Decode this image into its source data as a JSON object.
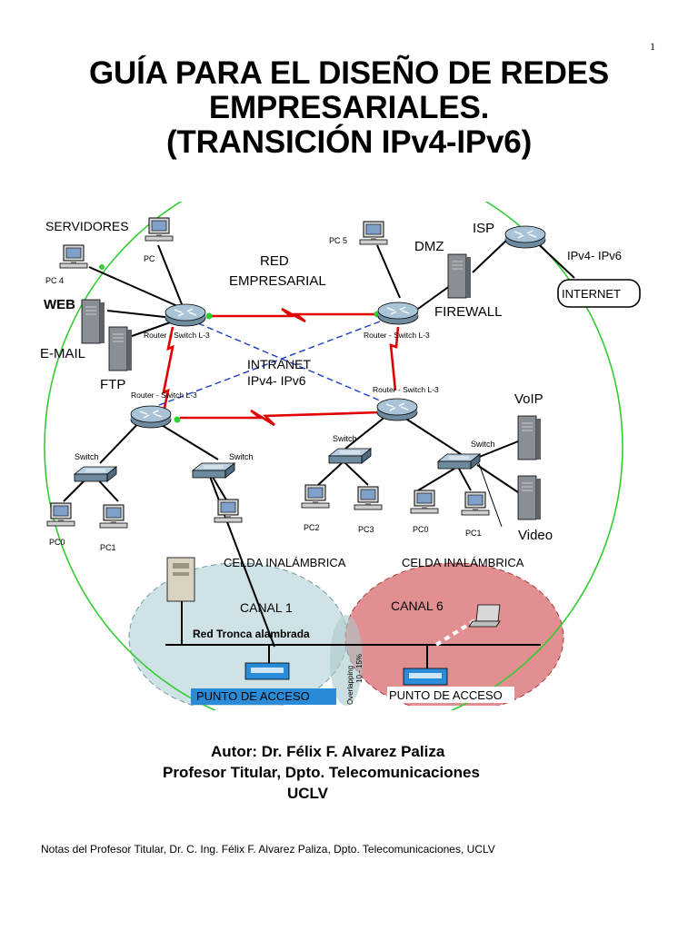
{
  "page_number": "1",
  "title": {
    "line1": "GUÍA PARA EL  DISEÑO DE REDES",
    "line2": "EMPRESARIALES.",
    "line3": "(TRANSICIÓN IPv4-IPv6)"
  },
  "diagram": {
    "labels": {
      "servidores": "SERVIDORES",
      "pc4": "PC 4",
      "pc_top": "PC",
      "pc5": "PC 5",
      "dmz": "DMZ",
      "isp": "ISP",
      "red": "RED",
      "empresarial": "EMPRESARIAL",
      "web": "WEB",
      "email": "E-MAIL",
      "ftp": "FTP",
      "firewall": "FIREWALL",
      "ipv4_ipv6_isp": "IPv4- IPv6",
      "internet": "INTERNET",
      "router_tl": "Router - Switch L-3",
      "router_tr": "Router - Switch L-3",
      "router_bl": "Router - Switch L-3",
      "router_br": "Router - Switch L-3",
      "intranet": "INTRANET",
      "ipv4_ipv6_intranet": "IPv4- IPv6",
      "voip": "VoIP",
      "video": "Video",
      "switch1": "Switch",
      "switch2": "Switch",
      "switch3": "Switch",
      "switch4": "Switch",
      "pc0_left": "PC0",
      "pc1_left": "PC1",
      "pc2": "PC2",
      "pc3": "PC3",
      "pc0_right": "PC0",
      "pc1_right": "PC1",
      "celda1": "CELDA INALÁMBRICA",
      "celda2": "CELDA INALÁMBRICA",
      "canal1": "CANAL 1",
      "canal6": "CANAL 6",
      "red_troncal": "Red Tronca alambrada",
      "overlapping": "Overlapping",
      "overlap_pct": "10 - 15%",
      "punto1": "PUNTO DE ACCESO",
      "punto2": "PUNTO DE ACCESO"
    }
  },
  "author": {
    "line1": "Autor: Dr. Félix F. Alvarez Paliza",
    "line2": "Profesor Titular, Dpto. Telecomunicaciones",
    "line3": "UCLV"
  },
  "footer": "Notas del Profesor Titular, Dr. C. Ing. Félix F. Alvarez Paliza, Dpto. Telecomunicaciones, UCLV",
  "colors": {
    "link_red": "#e00000",
    "link_blue": "#1a3cc8",
    "circle_green": "#33cc33",
    "cell1": "#c9dfe3",
    "cell2": "#e08c8f",
    "access_point_bg": "#2a8cd8"
  }
}
